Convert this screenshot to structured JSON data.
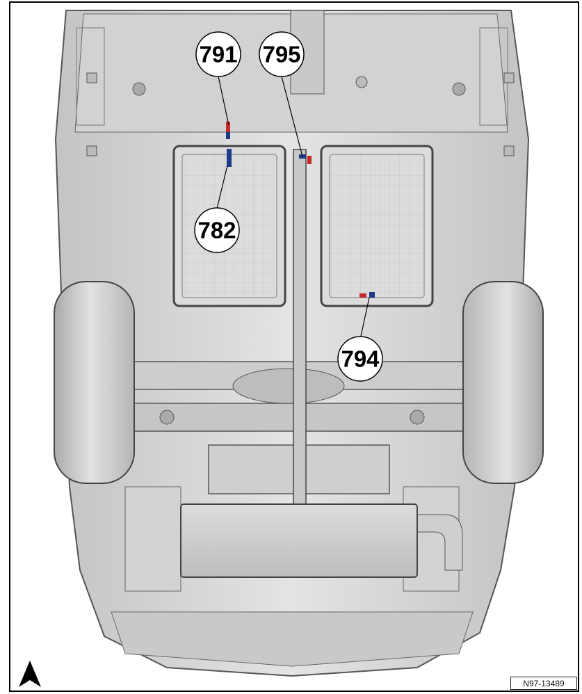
{
  "callouts": [
    {
      "label": "791"
    },
    {
      "label": "795"
    },
    {
      "label": "782"
    },
    {
      "label": "794"
    }
  ],
  "reference_code": "N97-13489",
  "orientation_icon": "north-arrow-icon",
  "colors": {
    "body": "#d8d8d8",
    "body_dark": "#b9b9b9",
    "outline": "#444444",
    "tire": "#cfcfcf",
    "marker_red": "#c62828",
    "marker_blue": "#1e3a8a"
  }
}
